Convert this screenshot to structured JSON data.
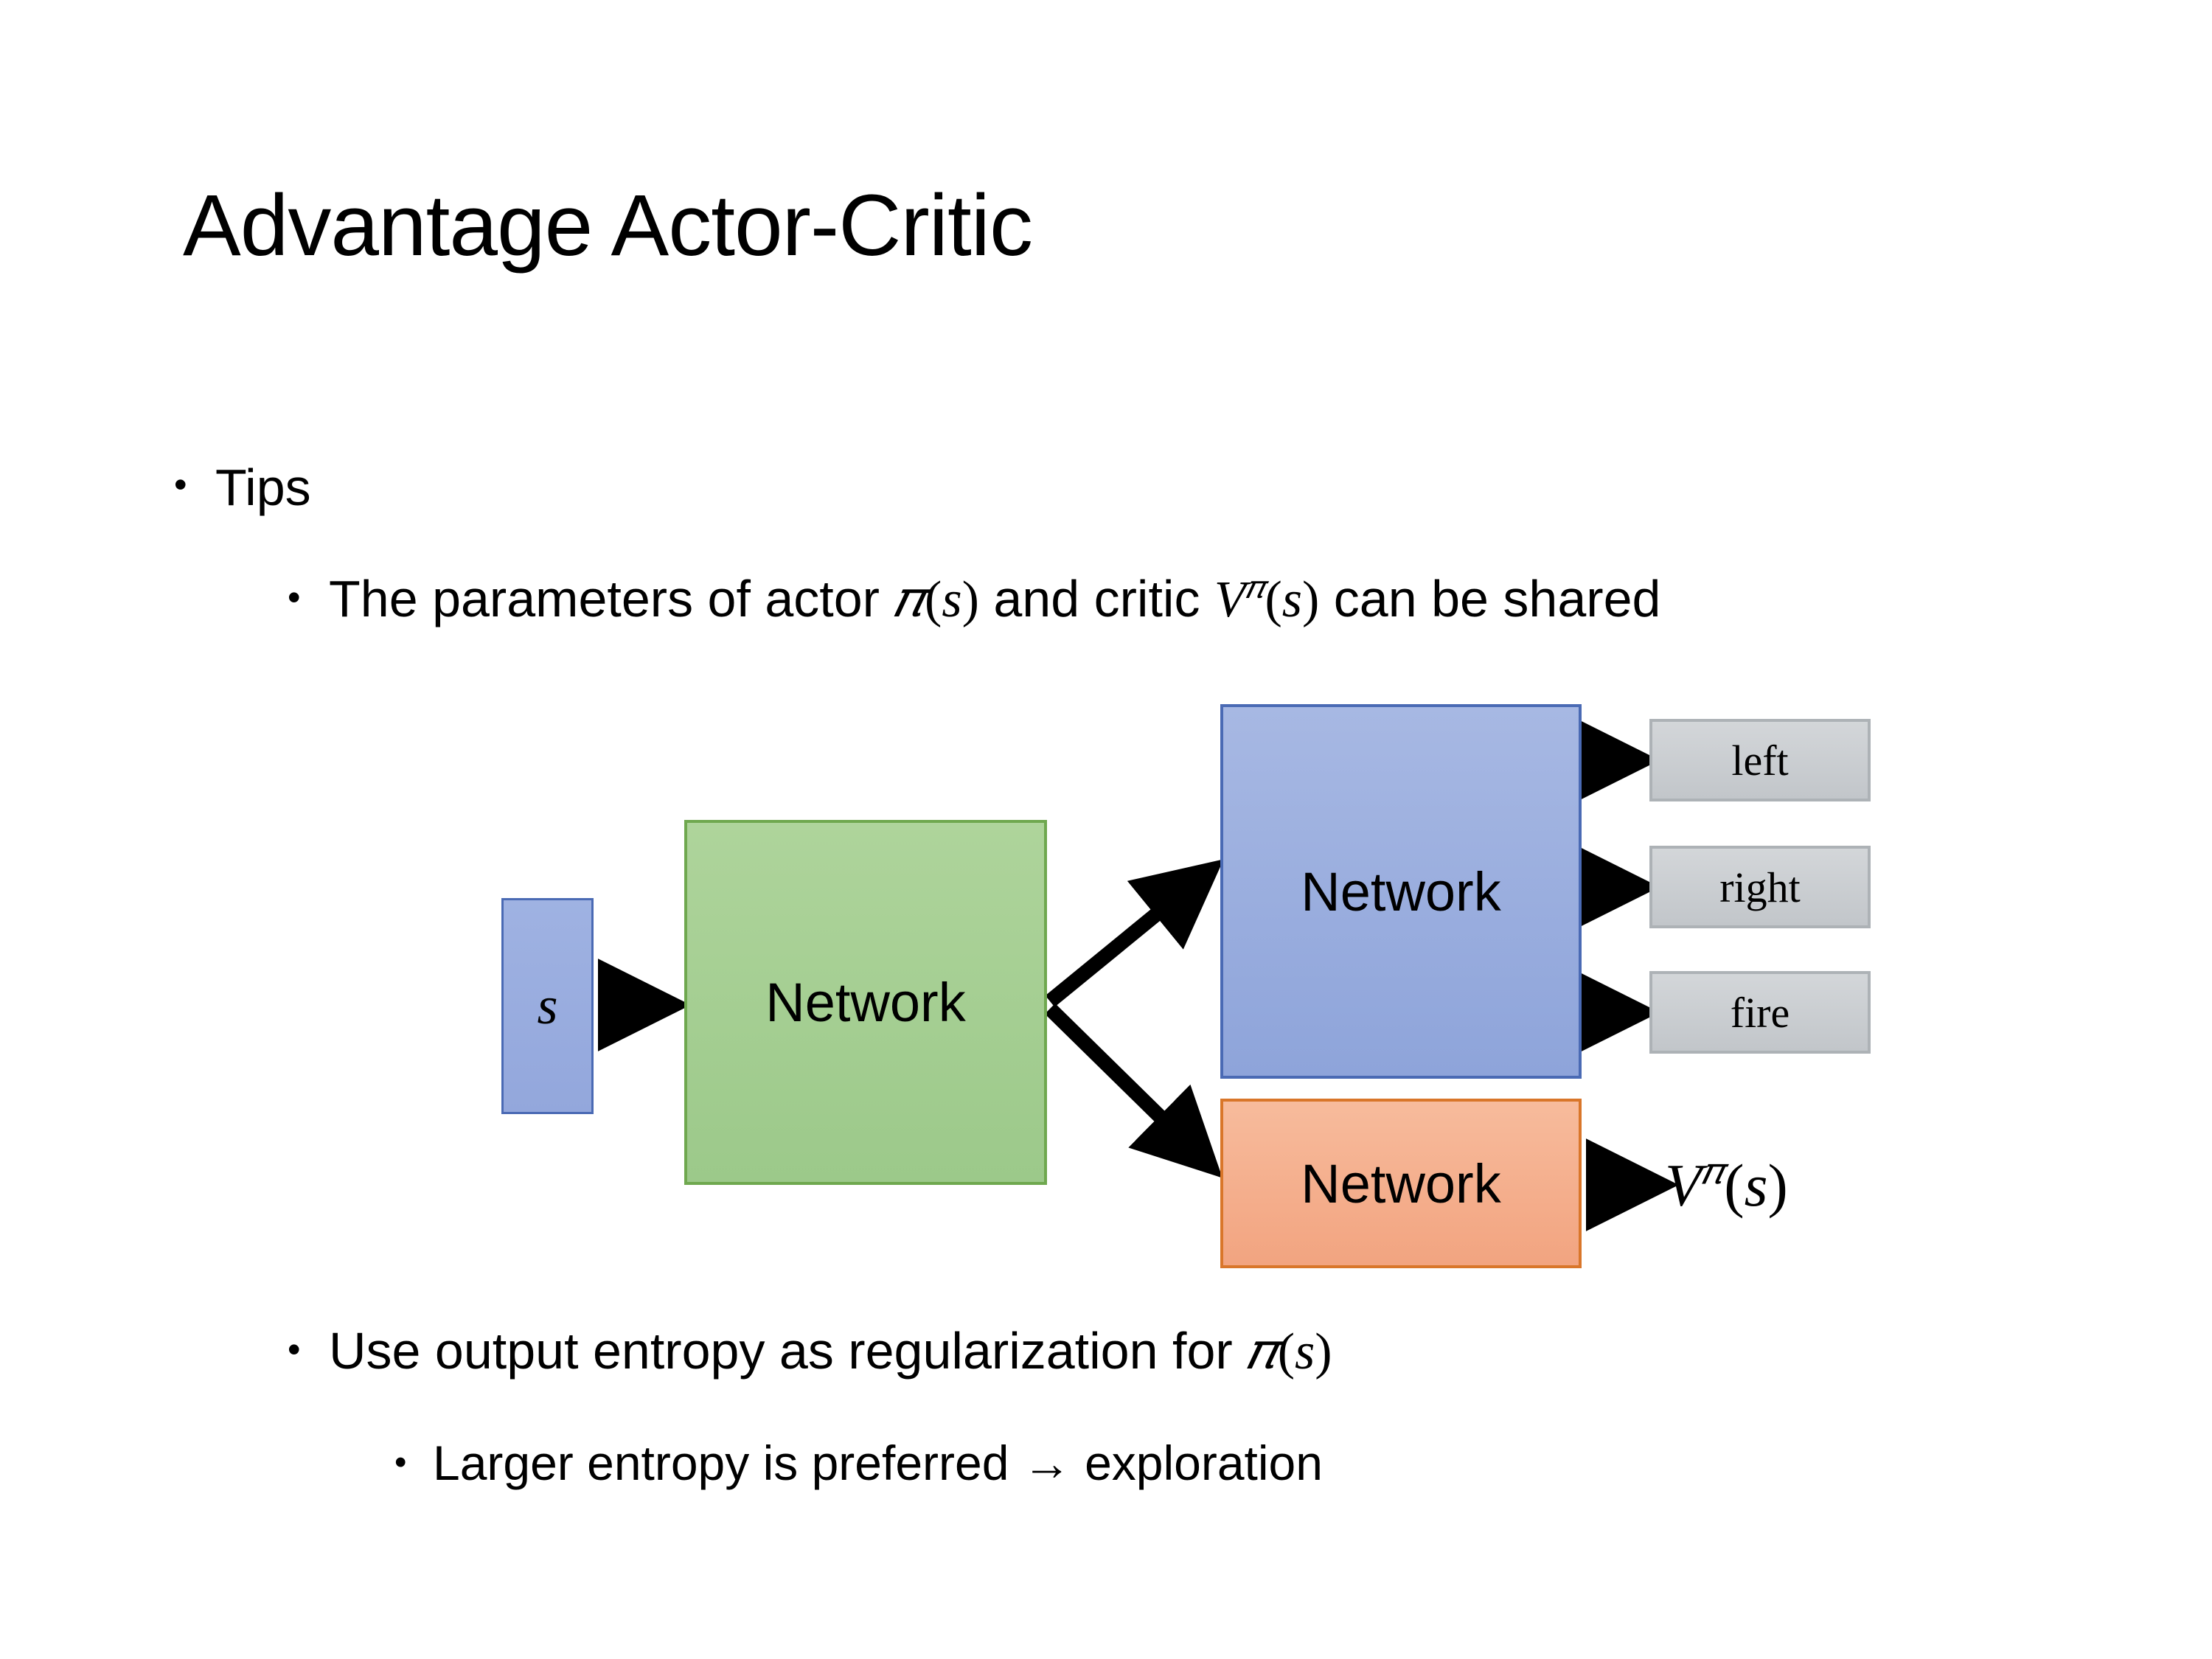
{
  "slide": {
    "title": "Advantage Actor-Critic",
    "background_color": "#ffffff"
  },
  "bullets": {
    "tips": {
      "marker": "•",
      "text": "Tips"
    },
    "shared_params": {
      "marker": "•",
      "text_before": "The parameters of actor ",
      "actor_symbol": "π(s)",
      "text_middle": "  and critic ",
      "critic_symbol": "Vπ(s)",
      "text_after": "can be shared",
      "full_text": "The parameters of actor π(s)  and critic Vπ(s) can be shared"
    },
    "entropy": {
      "marker": "•",
      "text_before": "Use output entropy as regularization for ",
      "actor_symbol": "π(s)",
      "full_text": "Use output entropy as regularization for π(s)"
    },
    "larger_entropy": {
      "marker": "•",
      "text": "Larger entropy is preferred → exploration"
    }
  },
  "diagram": {
    "input": {
      "label": "s",
      "fill": "#96a9de",
      "border": "#4a6ab4"
    },
    "shared_network": {
      "label": "Network",
      "fill": "#a8cf97",
      "border": "#6fa84f"
    },
    "actor_network": {
      "label": "Network",
      "fill": "#98ade0",
      "border": "#4a6ab4"
    },
    "critic_network": {
      "label": "Network",
      "fill": "#f5ad86",
      "border": "#d9762a"
    },
    "actions": [
      {
        "label": "left",
        "fill": "#c9cdd1",
        "border": "#adb2b6"
      },
      {
        "label": "right",
        "fill": "#c9cdd1",
        "border": "#adb2b6"
      },
      {
        "label": "fire",
        "fill": "#c9cdd1",
        "border": "#adb2b6"
      }
    ],
    "critic_output": {
      "base": "V",
      "superscript": "π",
      "argument": "(s)",
      "label": "Vπ(s)"
    },
    "arrow_color": "#000000"
  }
}
